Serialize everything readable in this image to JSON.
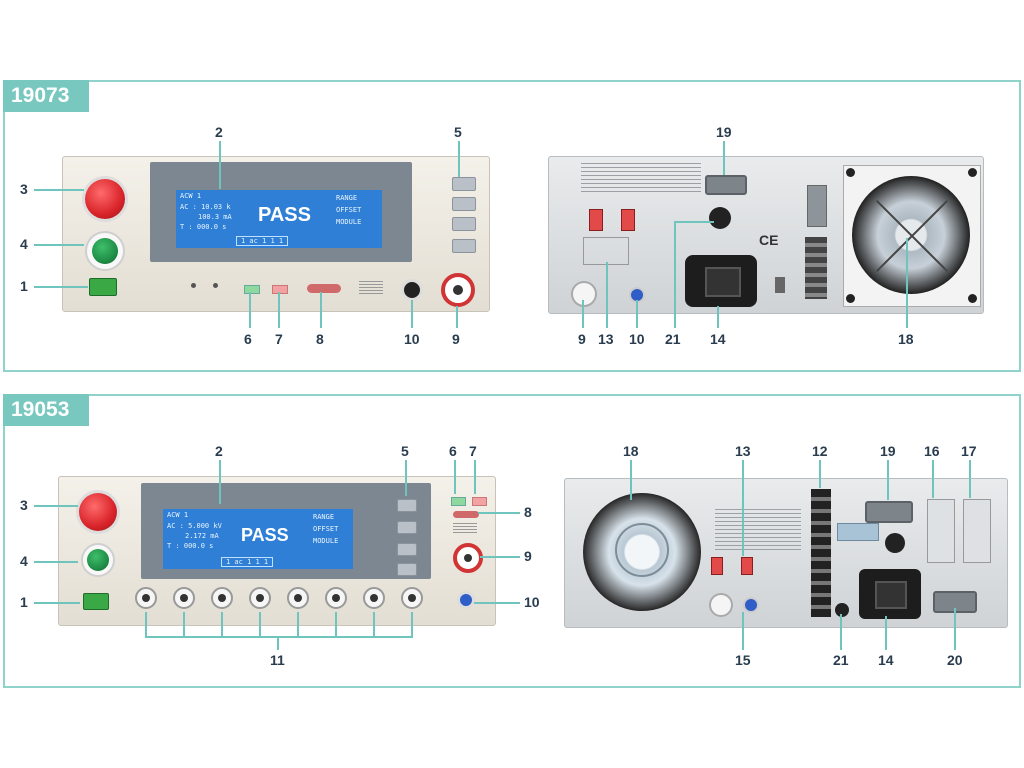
{
  "panels": [
    {
      "model": "19073"
    },
    {
      "model": "19053"
    }
  ],
  "screen": {
    "mode_line": "ACW 1",
    "result": "PASS",
    "menu": [
      "RANGE",
      "OFFSET",
      "MODULE"
    ],
    "status_bar": "1 ac 1 1 1"
  },
  "panel_a": {
    "screen_lines": [
      "AC : 10.03 k",
      "100.3 mA",
      "T : 000.0 s"
    ],
    "callouts": {
      "n1": "1",
      "n2": "2",
      "n3": "3",
      "n4": "4",
      "n5": "5",
      "n6": "6",
      "n7": "7",
      "n8": "8",
      "n9": "9",
      "n10": "10",
      "r19": "19",
      "r9": "9",
      "r13": "13",
      "r10": "10",
      "r21": "21",
      "r14": "14",
      "r18": "18"
    }
  },
  "panel_b": {
    "screen_lines": [
      "AC : 5.000 kV",
      "2.172 mA",
      "T : 000.0 s"
    ],
    "callouts": {
      "n2": "2",
      "n5": "5",
      "n6": "6",
      "n7": "7",
      "n3": "3",
      "n8": "8",
      "n4": "4",
      "n9": "9",
      "n1": "1",
      "n10": "10",
      "n11": "11",
      "r18": "18",
      "r13": "13",
      "r12": "12",
      "r19": "19",
      "r16": "16",
      "r17": "17",
      "r15": "15",
      "r21": "21",
      "r14": "14",
      "r20": "20"
    }
  },
  "colors": {
    "frame": "#8fd3cc",
    "tab": "#79c8c0",
    "callout_line": "#6fc4be",
    "callout_text": "#2a3d4f",
    "lcd": "#2f7fd6",
    "reset_button": "#d8242a",
    "test_button": "#1e8a45",
    "power_switch": "#3aa845"
  },
  "icons": [
    "ce-mark-icon",
    "fan-icon",
    "power-inlet-icon",
    "serial-port-icon"
  ]
}
